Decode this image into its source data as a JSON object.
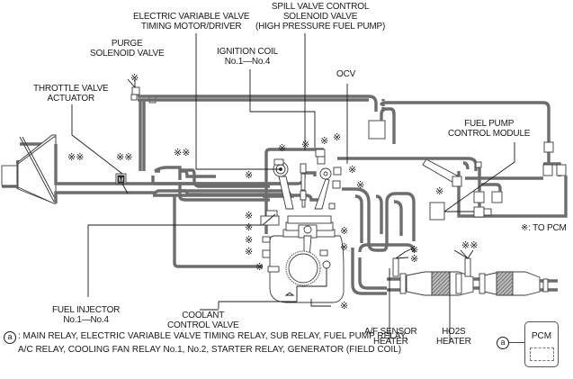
{
  "labels": {
    "evvt_motor": [
      "ELECTRIC VARIABLE VALVE",
      "TIMING MOTOR/DRIVER"
    ],
    "spill_valve": [
      "SPILL VALVE CONTROL",
      "SOLENOID VALVE",
      "(HIGH PRESSURE FUEL PUMP)"
    ],
    "purge_valve": [
      "PURGE",
      "SOLENOID VALVE"
    ],
    "ignition_coil": [
      "IGNITION COIL",
      "No.1—No.4"
    ],
    "ocv": [
      "OCV"
    ],
    "throttle_actuator": [
      "THROTTLE VALVE",
      "ACTUATOR"
    ],
    "fuel_pump_module": [
      "FUEL PUMP",
      "CONTROL MODULE"
    ],
    "to_pcm": "※: TO PCM",
    "fuel_injector": [
      "FUEL INJECTOR",
      "No.1—No.4"
    ],
    "coolant_valve": [
      "COOLANT",
      "CONTROL VALVE"
    ],
    "af_sensor": [
      "A/F SENSOR",
      "HEATER"
    ],
    "ho2s": [
      "HO2S",
      "HEATER"
    ]
  },
  "pcm": {
    "title": "PCM",
    "connector_symbol": "a"
  },
  "legend": {
    "symbol": "a",
    "line1": ": MAIN RELAY, ELECTRIC VARIABLE VALVE TIMING RELAY, SUB RELAY, FUEL PUMP RELAY,",
    "line2": "A/C RELAY, COOLING FAN RELAY No.1, No.2, STARTER RELAY, GENERATOR (FIELD COIL)"
  },
  "symbols": {
    "to_pcm_mark": "※",
    "throttle_motor": "M"
  },
  "colors": {
    "line": "#1a1a1a",
    "pipe": "#6d6d6d",
    "background": "#ffffff"
  }
}
